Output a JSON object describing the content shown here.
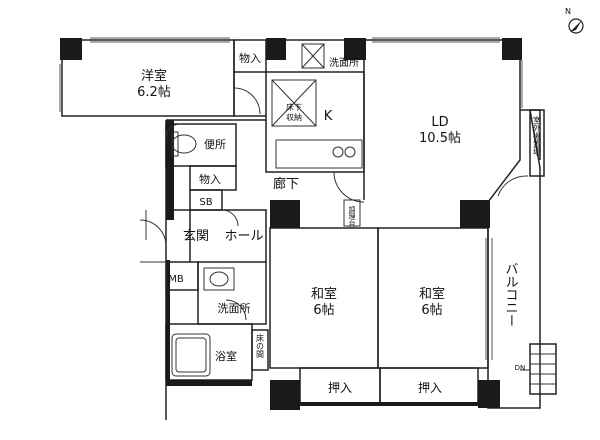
{
  "rooms": {
    "western": {
      "name": "洋室",
      "size": "6.2帖"
    },
    "ld": {
      "name": "LD",
      "size": "10.5帖"
    },
    "kitchen": "K",
    "washroom_top": "洗面所",
    "closet_top": "物入",
    "underfloor": {
      "line1": "床下",
      "line2": "収納"
    },
    "toilet": "便所",
    "closet_mid": "物入",
    "corridor": "廊下",
    "sb": "SB",
    "entrance": "玄関",
    "hall": "ホール",
    "mb": "MB",
    "washroom_bottom": "洗面所",
    "bath": "浴室",
    "tokonoma": "床の間",
    "washitsu_left": {
      "name": "和室",
      "size": "6帖"
    },
    "washitsu_right": {
      "name": "和室",
      "size": "6帖"
    },
    "oshiire_left": "押入",
    "oshiire_right": "押入",
    "balcony": "バルコニー",
    "outdoor_unit": "室外機置場",
    "counter": "調理台",
    "dn": "DN"
  },
  "compass": {
    "label": "N"
  }
}
